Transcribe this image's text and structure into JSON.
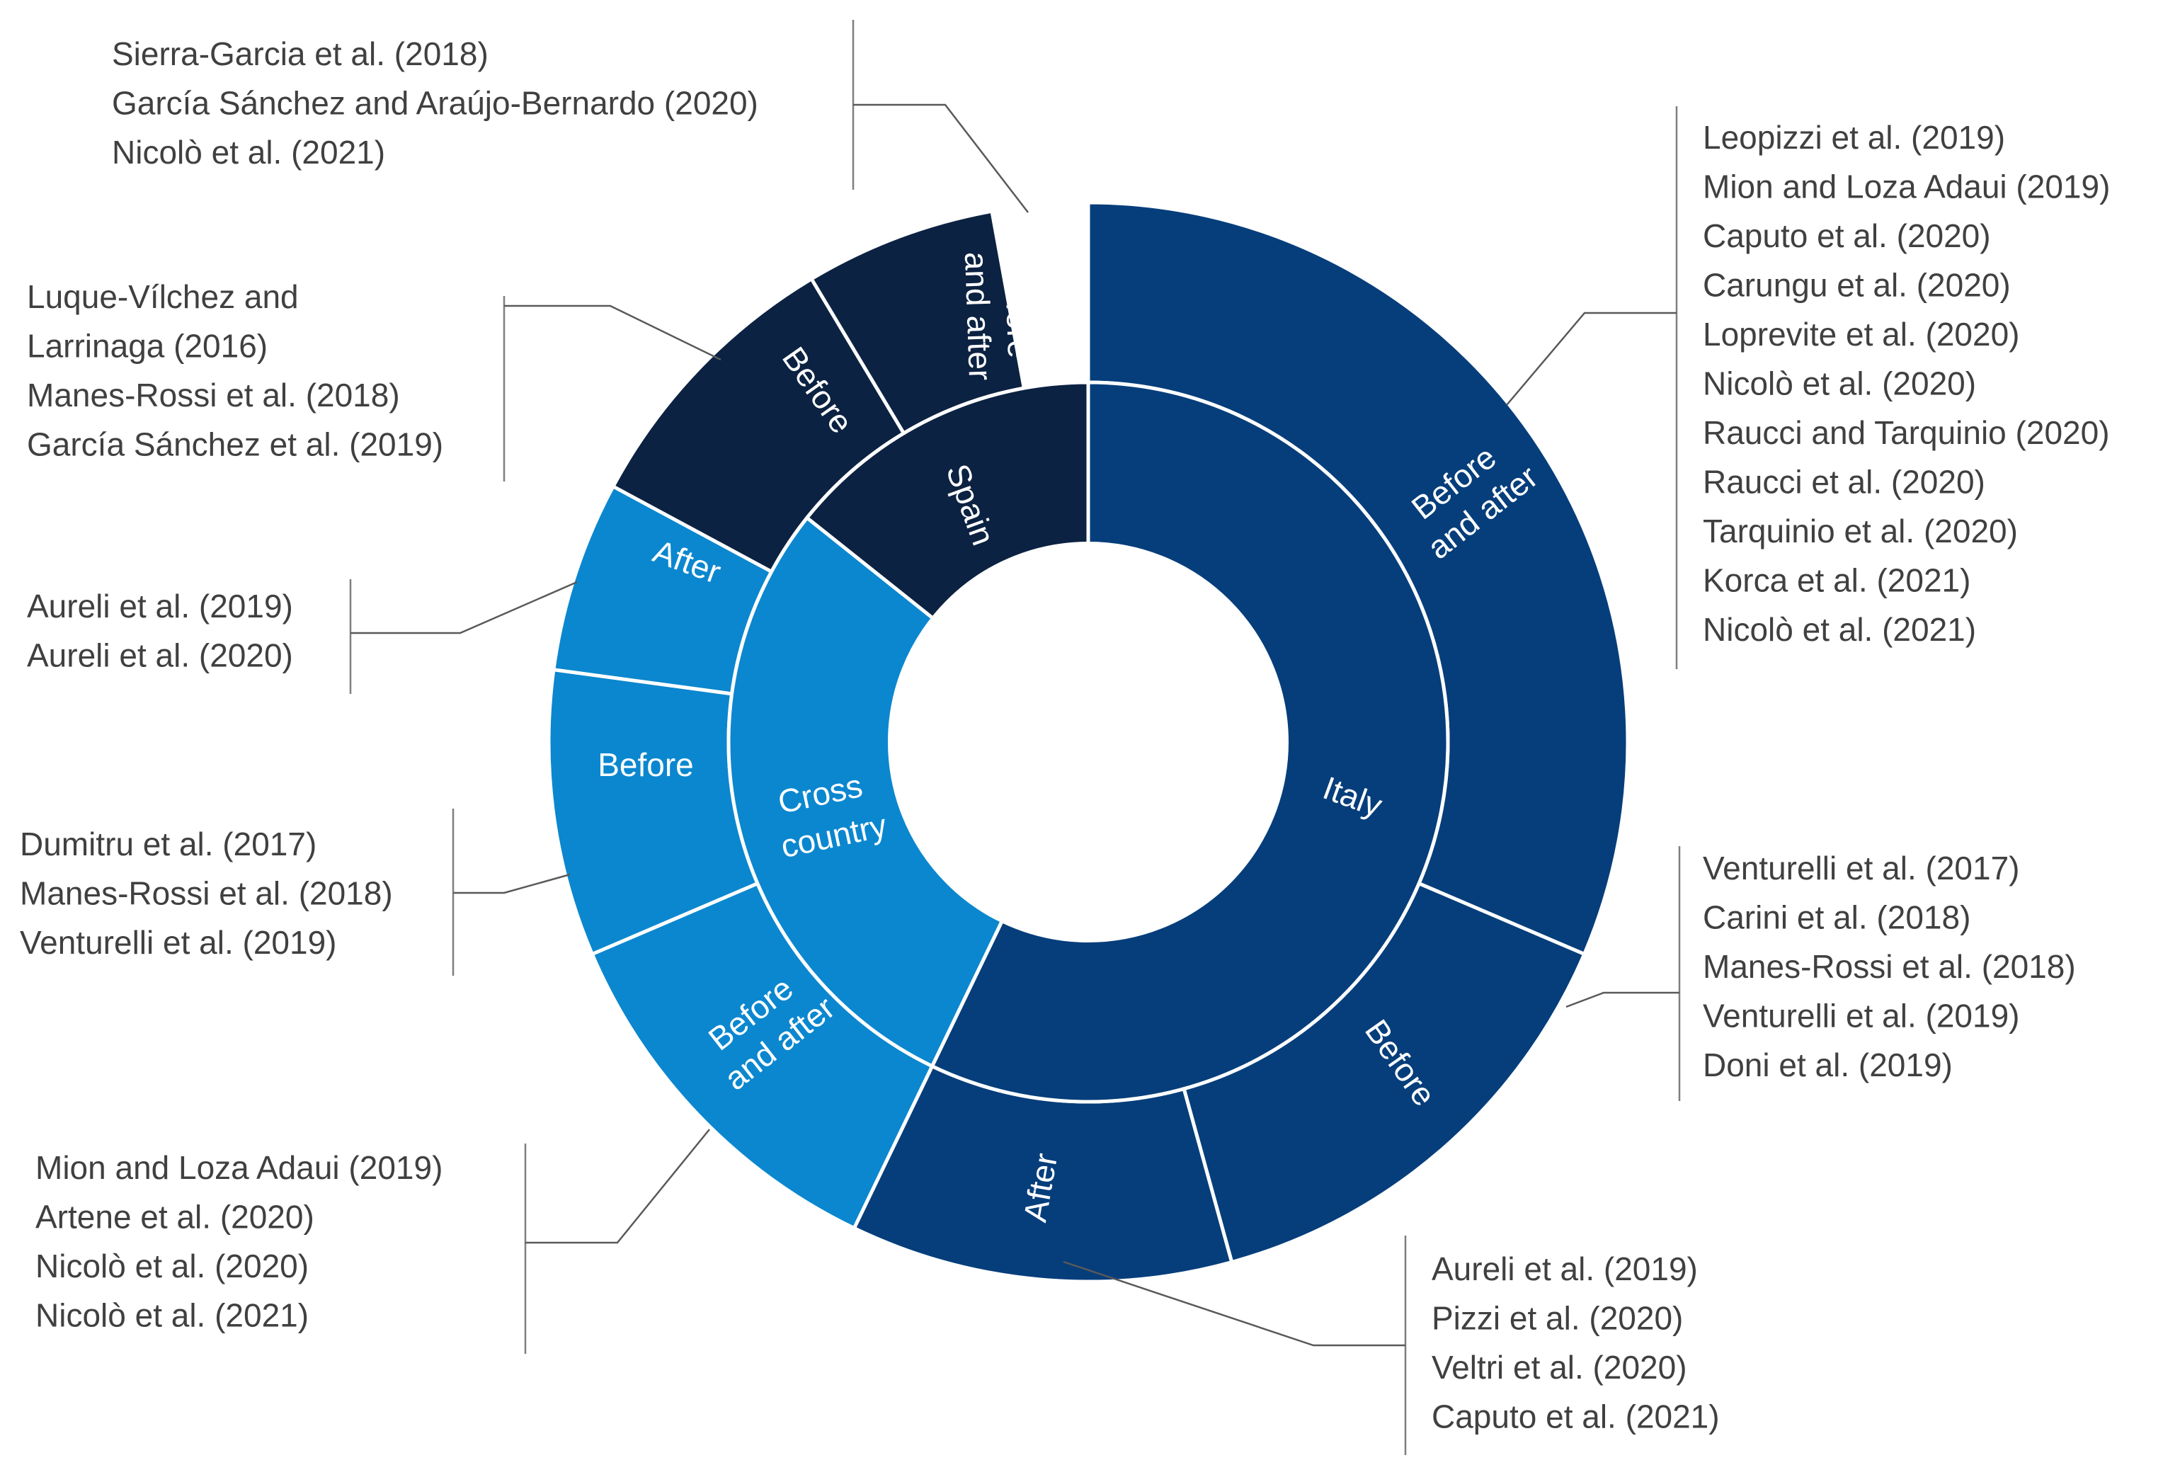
{
  "chart_data": {
    "type": "sunburst",
    "inner_ring": [
      {
        "label": "Italy",
        "value": 20,
        "color": "#063e7b"
      },
      {
        "label": "Cross country",
        "value": 10,
        "color": "#0b87cf"
      },
      {
        "label": "Spain",
        "value": 5,
        "color": "#0c2242"
      }
    ],
    "outer_ring": [
      {
        "label": "Before and after",
        "parent": "Italy",
        "value": 11,
        "color": "#063e7b"
      },
      {
        "label": "Before",
        "parent": "Italy",
        "value": 5,
        "color": "#063e7b"
      },
      {
        "label": "After",
        "parent": "Italy",
        "value": 4,
        "color": "#063e7b"
      },
      {
        "label": "Before and after",
        "parent": "Cross country",
        "value": 4,
        "color": "#0b87cf"
      },
      {
        "label": "Before",
        "parent": "Cross country",
        "value": 3,
        "color": "#0b87cf"
      },
      {
        "label": "After",
        "parent": "Cross country",
        "value": 2,
        "color": "#0b87cf"
      },
      {
        "label": "Before",
        "parent": "Spain",
        "value": 3,
        "color": "#0c2242"
      },
      {
        "label": "Before and after",
        "parent": "Spain",
        "value": 2,
        "color": "#0c2242"
      }
    ],
    "references": [
      {
        "segment": "Italy / Before and after",
        "items": [
          "Leopizzi et al. (2019)",
          "Mion and Loza Adaui (2019)",
          "Caputo et al. (2020)",
          "Carungu et al. (2020)",
          "Loprevite et al. (2020)",
          "Nicolò et al. (2020)",
          "Raucci and Tarquinio (2020)",
          "Raucci et al. (2020)",
          "Tarquinio et al. (2020)",
          "Korca et al. (2021)",
          "Nicolò et al. (2021)"
        ]
      },
      {
        "segment": "Italy / Before",
        "items": [
          "Venturelli et al. (2017)",
          "Carini et al. (2018)",
          "Manes-Rossi et al. (2018)",
          "Venturelli et al. (2019)",
          "Doni et al. (2019)"
        ]
      },
      {
        "segment": "Italy / After",
        "items": [
          "Aureli et al. (2019)",
          "Pizzi et al. (2020)",
          "Veltri et al. (2020)",
          "Caputo et al. (2021)"
        ]
      },
      {
        "segment": "Cross country / Before and after",
        "items": [
          "Mion and Loza Adaui (2019)",
          "Artene et al. (2020)",
          "Nicolò et al. (2020)",
          "Nicolò et al. (2021)"
        ]
      },
      {
        "segment": "Cross country / Before",
        "items": [
          "Dumitru et al. (2017)",
          "Manes-Rossi et al. (2018)",
          "Venturelli et al. (2019)"
        ]
      },
      {
        "segment": "Cross country / After",
        "items": [
          "Aureli et al. (2019)",
          "Aureli et al. (2020)"
        ]
      },
      {
        "segment": "Spain / Before",
        "items": [
          "Luque-Vílchez and",
          "Larrinaga (2016)",
          "Manes-Rossi et al. (2018)",
          "García Sánchez et al. (2019)"
        ]
      },
      {
        "segment": "Spain / Before and after",
        "items": [
          "Sierra-Garcia et al. (2018)",
          "García Sánchez and Araújo-Bernardo (2020)",
          "Nicolò et al. (2021)"
        ]
      }
    ]
  },
  "segment_labels": {
    "italy": "Italy",
    "cross_country_line1": "Cross",
    "cross_country_line2": "country",
    "spain": "Spain",
    "italy_before_after_line1": "Before",
    "italy_before_after_line2": "and after",
    "italy_before": "Before",
    "italy_after": "After",
    "cc_before_after_line1": "Before",
    "cc_before_after_line2": "and after",
    "cc_before": "Before",
    "cc_after": "After",
    "spain_before": "Before",
    "spain_before_after_line1": "Before",
    "spain_before_after_line2": "and after"
  }
}
